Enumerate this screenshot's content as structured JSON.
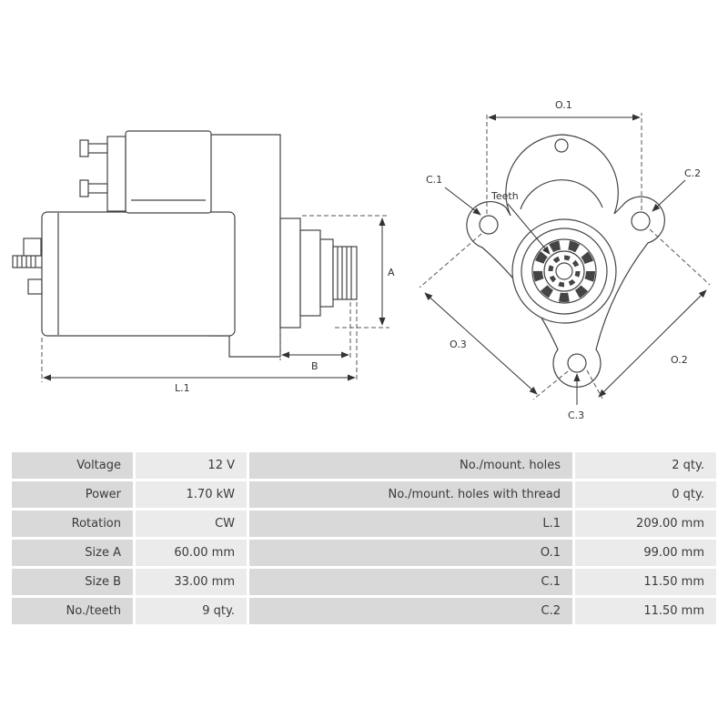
{
  "diagram": {
    "side_view": {
      "dim_a": "A",
      "dim_b": "B",
      "dim_l1": "L.1"
    },
    "front_view": {
      "dim_o1": "O.1",
      "dim_o2": "O.2",
      "dim_o3": "O.3",
      "dim_c1": "C.1",
      "dim_c2": "C.2",
      "dim_c3": "C.3",
      "teeth_label": "Teeth"
    }
  },
  "table": {
    "rows": [
      {
        "label1": "Voltage",
        "value1": "12 V",
        "label2": "No./mount. holes",
        "value2": "2 qty."
      },
      {
        "label1": "Power",
        "value1": "1.70 kW",
        "label2": "No./mount. holes with thread",
        "value2": "0 qty."
      },
      {
        "label1": "Rotation",
        "value1": "CW",
        "label2": "L.1",
        "value2": "209.00 mm"
      },
      {
        "label1": "Size A",
        "value1": "60.00 mm",
        "label2": "O.1",
        "value2": "99.00 mm"
      },
      {
        "label1": "Size B",
        "value1": "33.00 mm",
        "label2": "C.1",
        "value2": "11.50 mm"
      },
      {
        "label1": "No./teeth",
        "value1": "9 qty.",
        "label2": "C.2",
        "value2": "11.50 mm"
      }
    ]
  },
  "colors": {
    "label_cell_bg": "#d9d9d9",
    "value_cell_bg": "#ebebeb",
    "line_color": "#3c3c3c",
    "text_color": "#333333"
  }
}
